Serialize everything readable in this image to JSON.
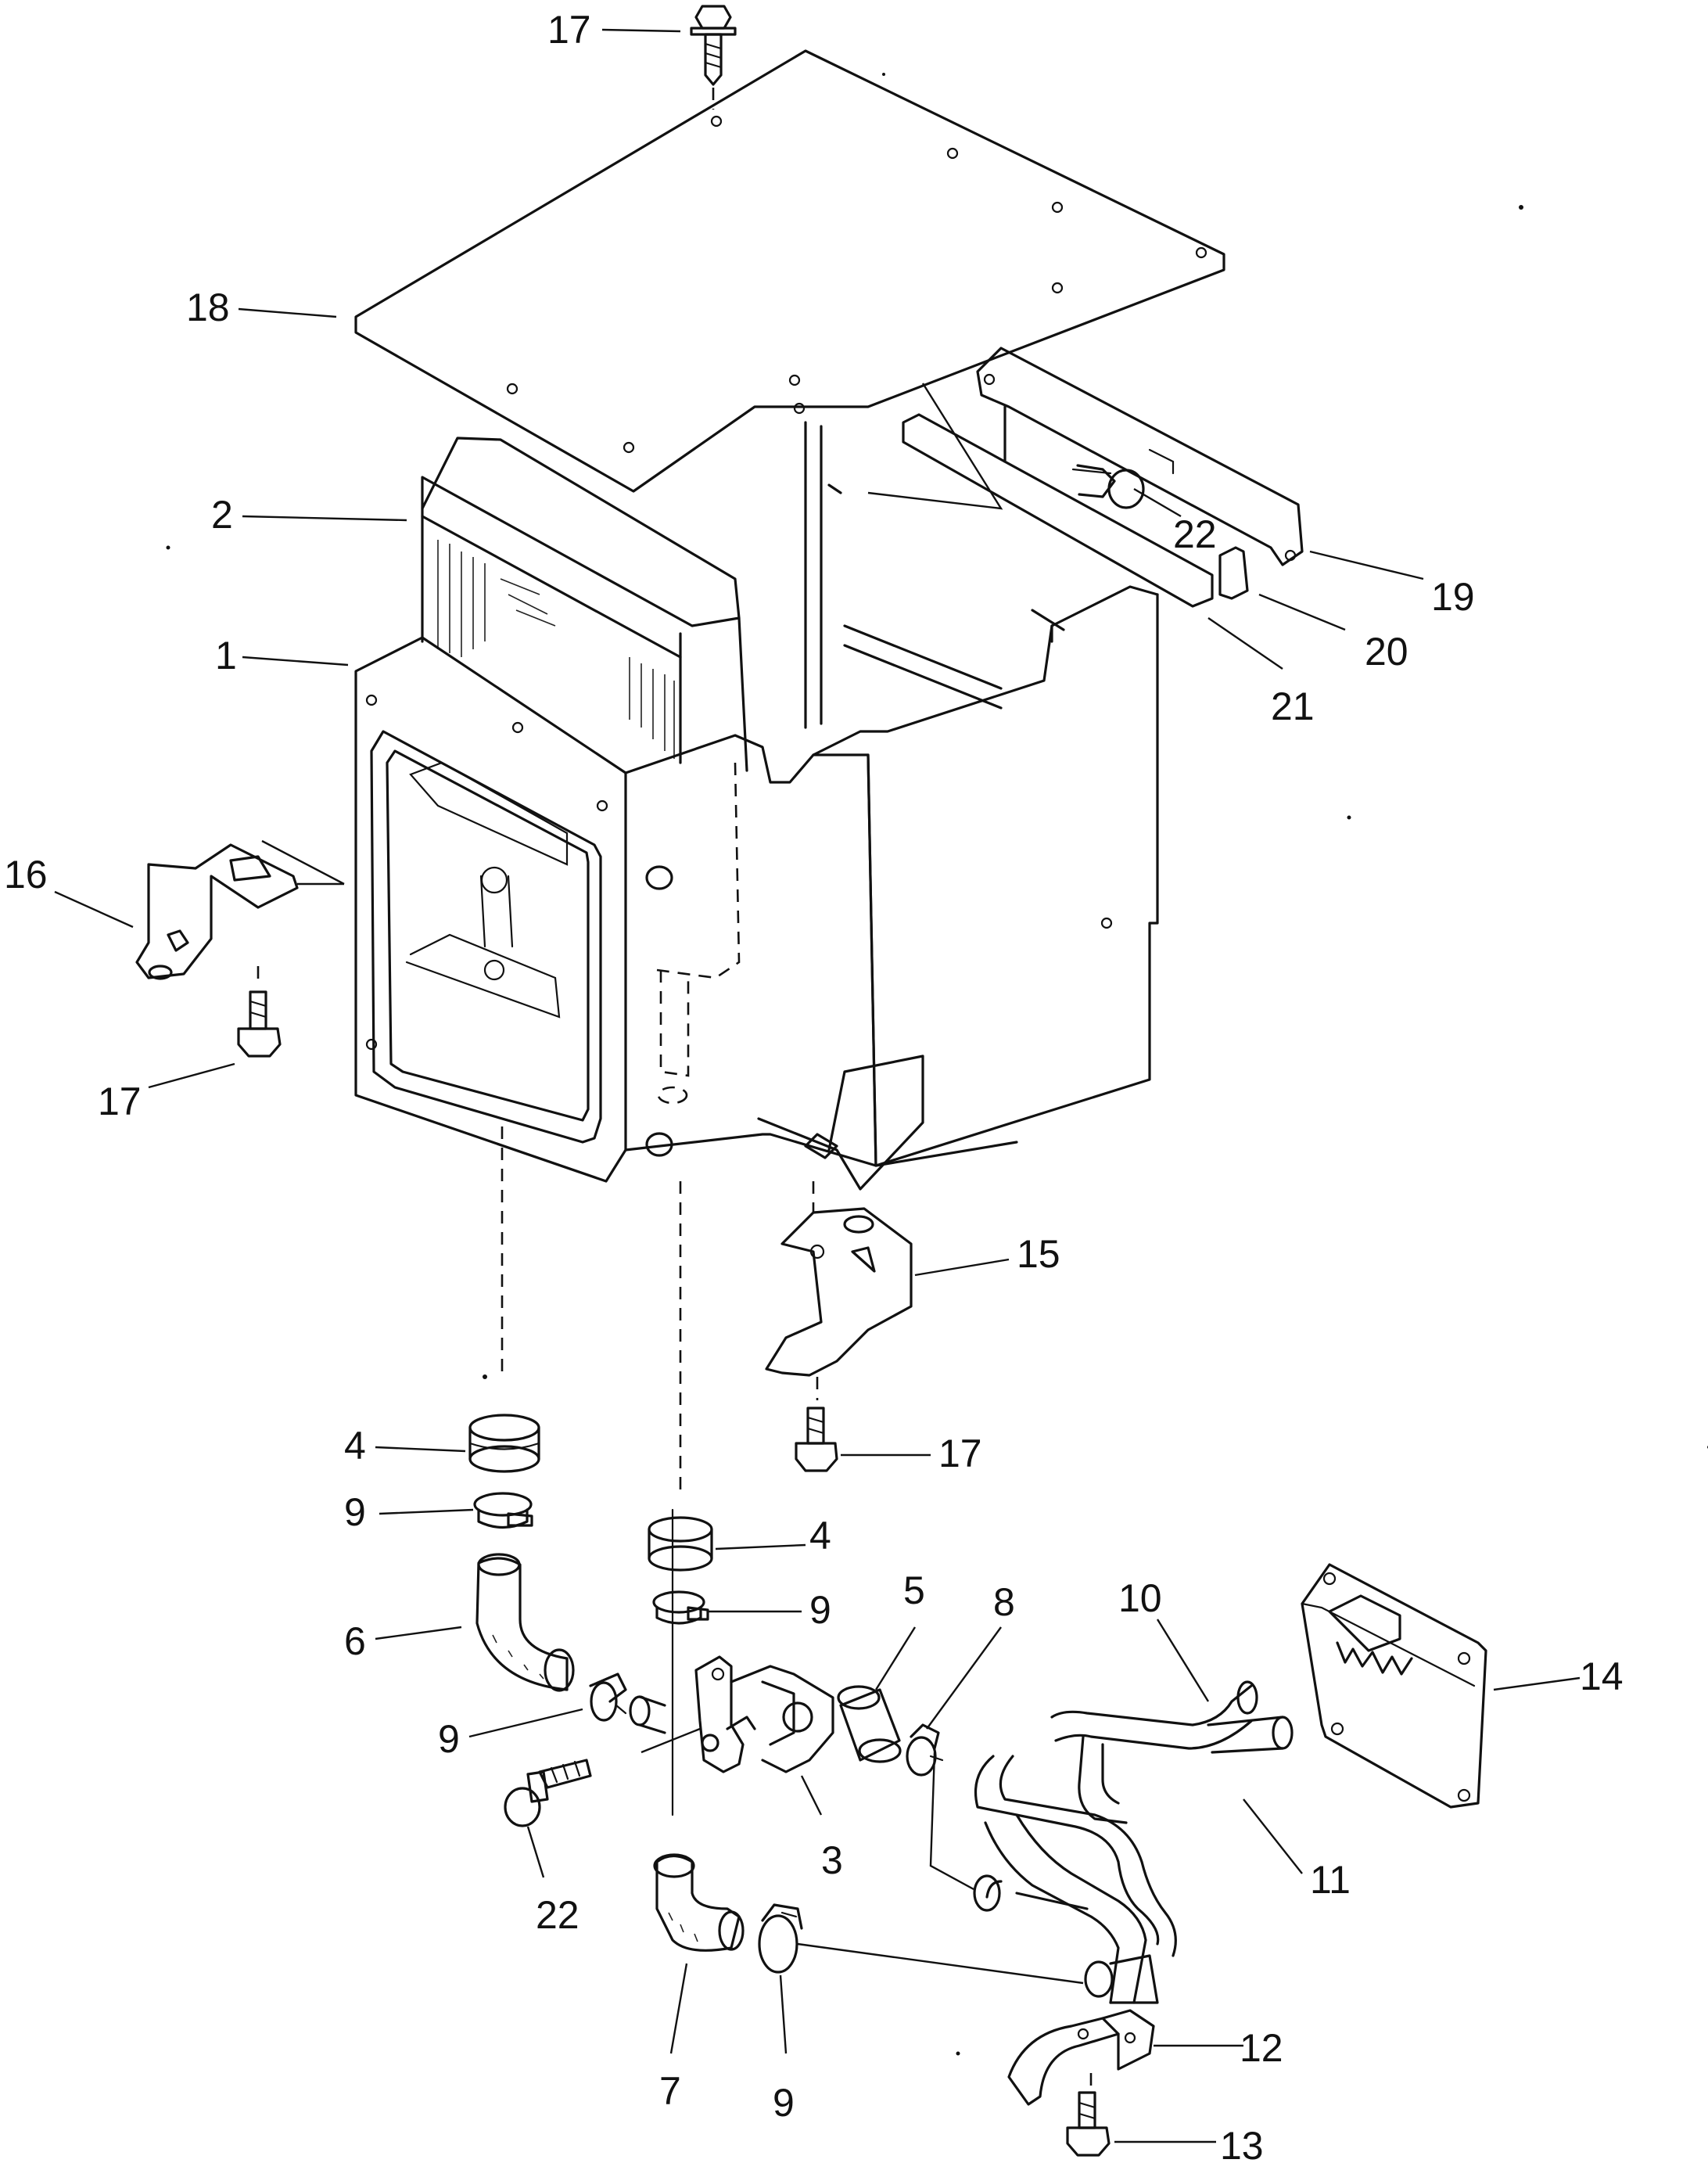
{
  "diagram": {
    "callouts": [
      {
        "id": "c17-top",
        "label": "17"
      },
      {
        "id": "c18",
        "label": "18"
      },
      {
        "id": "c2",
        "label": "2"
      },
      {
        "id": "c1",
        "label": "1"
      },
      {
        "id": "c22-top",
        "label": "22"
      },
      {
        "id": "c19",
        "label": "19"
      },
      {
        "id": "c20",
        "label": "20"
      },
      {
        "id": "c21",
        "label": "21"
      },
      {
        "id": "c16",
        "label": "16"
      },
      {
        "id": "c17-left",
        "label": "17"
      },
      {
        "id": "c15",
        "label": "15"
      },
      {
        "id": "c17-mid",
        "label": "17"
      },
      {
        "id": "c4-left",
        "label": "4"
      },
      {
        "id": "c9-left",
        "label": "9"
      },
      {
        "id": "c4-mid",
        "label": "4"
      },
      {
        "id": "c9-mid",
        "label": "9"
      },
      {
        "id": "c6",
        "label": "6"
      },
      {
        "id": "c5",
        "label": "5"
      },
      {
        "id": "c8",
        "label": "8"
      },
      {
        "id": "c10",
        "label": "10"
      },
      {
        "id": "c14",
        "label": "14"
      },
      {
        "id": "c9-low",
        "label": "9"
      },
      {
        "id": "c3",
        "label": "3"
      },
      {
        "id": "c11",
        "label": "11"
      },
      {
        "id": "c22-bottom",
        "label": "22"
      },
      {
        "id": "c7",
        "label": "7"
      },
      {
        "id": "c9-bottom",
        "label": "9"
      },
      {
        "id": "c12",
        "label": "12"
      },
      {
        "id": "c13",
        "label": "13"
      }
    ]
  }
}
